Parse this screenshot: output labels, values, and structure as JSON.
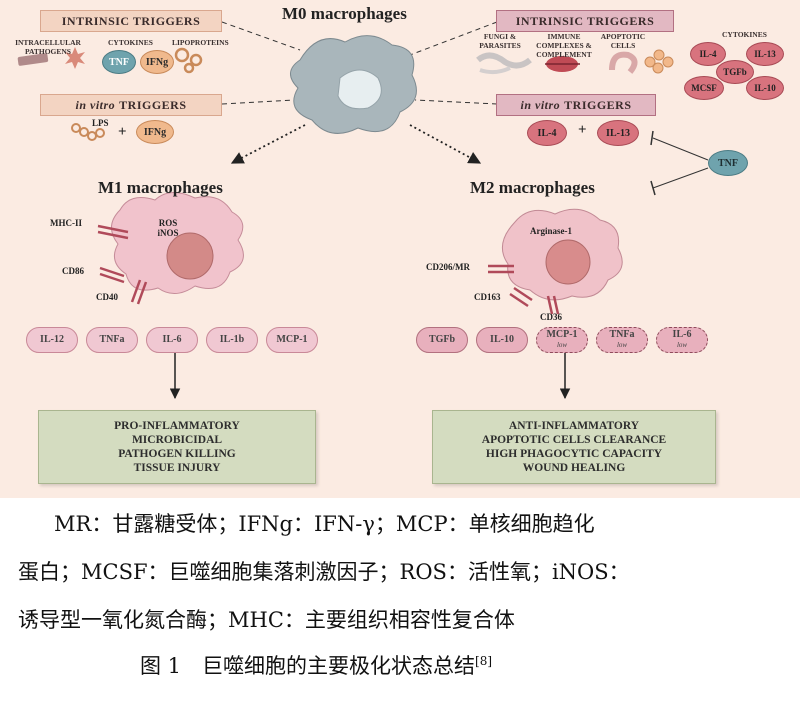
{
  "diagram": {
    "m0_title": "M0 macrophages",
    "left_intrinsic": {
      "title": "INTRINSIC TRIGGERS",
      "items": [
        "INTRACELLULAR PATHOGENS",
        "CYTOKINES",
        "LIPOPROTEINS"
      ],
      "tnf": "TNF",
      "ifng": "IFNg"
    },
    "left_invitro": {
      "title_italic": "in vitro",
      "title_rest": "TRIGGERS",
      "lps": "LPS",
      "plus": "+",
      "ifng": "IFNg"
    },
    "right_intrinsic": {
      "title": "INTRINSIC TRIGGERS",
      "items": [
        "FUNGI & PARASITES",
        "IMMUNE COMPLEXES & COMPLEMENT",
        "APOPTOTIC CELLS",
        "CYTOKINES"
      ],
      "cytokines": [
        "IL-4",
        "IL-13",
        "TGFb",
        "MCSF",
        "IL-10"
      ]
    },
    "right_invitro": {
      "title_italic": "in vitro",
      "title_rest": "TRIGGERS",
      "il4": "IL-4",
      "plus": "+",
      "il13": "IL-13"
    },
    "tnf_inhibitor": "TNF",
    "m1": {
      "title": "M1 macrophages",
      "inner_label": "ROS iNOS",
      "receptors": [
        "MHC-II",
        "CD86",
        "CD40"
      ],
      "cytokines": [
        {
          "name": "IL-12",
          "low": ""
        },
        {
          "name": "TNFa",
          "low": ""
        },
        {
          "name": "IL-6",
          "low": ""
        },
        {
          "name": "IL-1b",
          "low": ""
        },
        {
          "name": "MCP-1",
          "low": ""
        }
      ],
      "outcome": [
        "PRO-INFLAMMATORY",
        "MICROBICIDAL",
        "PATHOGEN KILLING",
        "TISSUE INJURY"
      ]
    },
    "m2": {
      "title": "M2 macrophages",
      "inner_label": "Arginase-1",
      "receptors": [
        "CD206/MR",
        "CD163",
        "CD36"
      ],
      "cytokines": [
        {
          "name": "TGFb",
          "low": ""
        },
        {
          "name": "IL-10",
          "low": ""
        },
        {
          "name": "MCP-1",
          "low": "low"
        },
        {
          "name": "TNFa",
          "low": "low"
        },
        {
          "name": "IL-6",
          "low": "low"
        }
      ],
      "outcome": [
        "ANTI-INFLAMMATORY",
        "APOPTOTIC CELLS CLEARANCE",
        "HIGH PHAGOCYTIC CAPACITY",
        "WOUND HEALING"
      ]
    }
  },
  "caption": {
    "line1": "MR：甘露糖受体；IFNg：IFN-γ；MCP：单核细胞趋化",
    "line2": "蛋白；MCSF：巨噬细胞集落刺激因子；ROS：活性氧；iNOS：",
    "line3": "诱导型一氧化氮合酶；MHC：主要组织相容性复合体",
    "figure_label": "图 1　巨噬细胞的主要极化状态总结",
    "ref": "[8]"
  },
  "colors": {
    "background": "#fbebe2",
    "m0_cell": "#a9b6bb",
    "m1_cell": "#f1c3cc",
    "m2_cell": "#f0c2c9",
    "outcome_box": "#d4dcc0",
    "teal": "#6fa3ad",
    "orange": "#f0b98d",
    "red": "#d8737e"
  }
}
